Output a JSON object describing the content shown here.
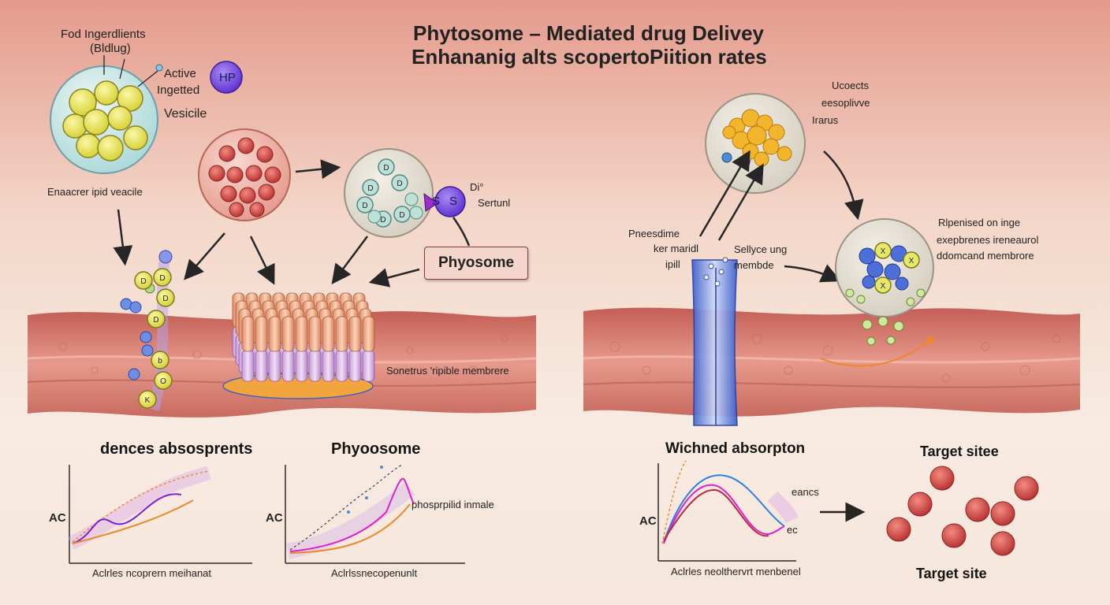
{
  "title": {
    "line1": "Phytosome – Mediated drug Delivey",
    "line2": "Enhananig alts scopertoPiition rates"
  },
  "labels": {
    "food_ingredients": "Fod Ingerdlients",
    "food_sub": "(Bldlug)",
    "active": "Active",
    "ingested": "Ingetted",
    "hp_badge": "HP",
    "vesicle": "Vesicile",
    "lipid_vesicle": "Enaacrer ipid veacile",
    "s_badge": "S",
    "s_marker": "S",
    "di": "Di°",
    "serum": "Sertunl",
    "phyosome_box": "Phyosome",
    "membrane_left": "Sonetrus 'ripible membrere",
    "uc_1": "Ucoects",
    "uc_2": "eesoplivve",
    "uc_3": "Irarus",
    "pne_1": "Pneesdime",
    "pne_2": "ker maridl",
    "pne_3": "ipill",
    "selly_1": "Sellyce ung",
    "selly_2": "membde",
    "rip_1": "Rlpenised on inge",
    "rip_2": "exepbrenes ireneaurol",
    "rip_3": "ddomcand membrore"
  },
  "headings": {
    "left_graph": "dences absosprents",
    "mid_graph": "Phyoosome",
    "right_graph": "Wichned absorpton",
    "target_top": "Target sitee",
    "target_bottom": "Target site"
  },
  "graphs": {
    "left_ylabel": "AC",
    "left_xlabel": "Aclrles ncoprern meihanat",
    "mid_ylabel": "AC",
    "mid_xlabel": "Aclrlssnecopenunlt",
    "mid_annotation": "phosprpilid inmale",
    "right_ylabel": "AC",
    "right_xlabel": "Aclrles neolthervrt menbenel",
    "right_legend_1": "eancs",
    "right_legend_2": "ec"
  },
  "bead_letters": [
    "D",
    "D",
    "D",
    "D",
    "b",
    "O",
    "K"
  ],
  "vesicle_letters": [
    "D",
    "D",
    "D",
    "D",
    "D",
    "D"
  ],
  "x_marks": [
    "X",
    "X",
    "X"
  ],
  "colors": {
    "bg_top": "#e8a396",
    "bg_mid": "#f7e7dc",
    "tissue": "#d98277",
    "membrane_orange": "#f0a94b",
    "phyto_purple": "#7b50d8",
    "bead_yellow": "#e4e25c",
    "bead_blue": "#5577dd",
    "curve_purple": "#7a22d0",
    "curve_orange": "#e88a2c",
    "curve_magenta": "#e020c8",
    "curve_blue": "#2a82e0",
    "curve_darkred": "#b42a4a",
    "target_red": "#c93a3a"
  }
}
